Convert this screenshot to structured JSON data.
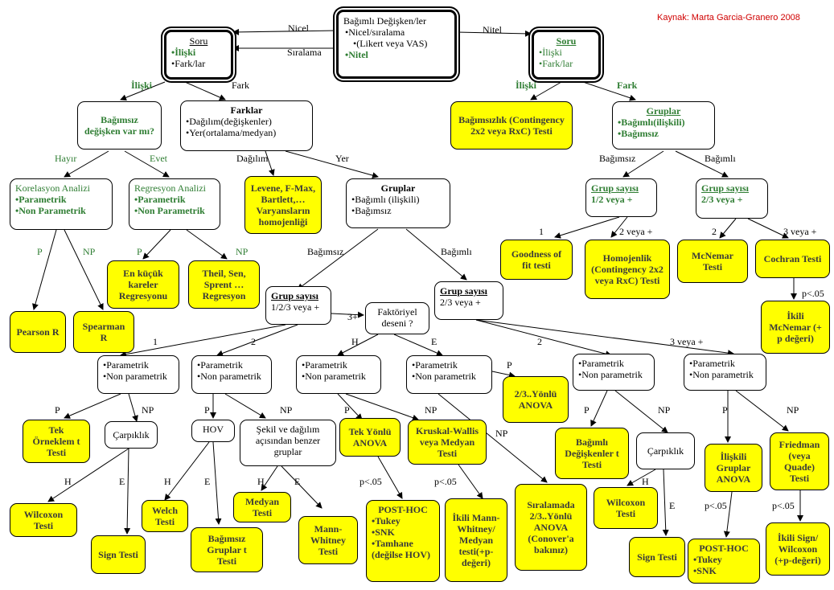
{
  "source": "Kaynak: Marta Garcia-Granero 2008",
  "root": {
    "title": "Bağımlı Değişken/ler",
    "items": [
      "Nicel/sıralama",
      "(Likert veya VAS)",
      "Nitel"
    ]
  },
  "soru_left": {
    "title": "Soru",
    "items": [
      "İlişki",
      "Fark/lar"
    ]
  },
  "soru_right": {
    "title": "Soru",
    "items": [
      "İlişki",
      "Fark/lar"
    ]
  },
  "bagimsiz_var": "Bağımsız değişken var mı?",
  "farklar": {
    "title": "Farklar",
    "items": [
      "Dağılım(değişkenler)",
      "Yer(ortalama/medyan)"
    ]
  },
  "bagimsizlik": "Bağımsızlık (Contingency 2x2 veya RxC) Testi",
  "gruplar_right": {
    "title": "Gruplar",
    "items": [
      "Bağımlı(ilişkili)",
      "Bağımsız"
    ]
  },
  "korelasyon": {
    "title": "Korelasyon Analizi",
    "items": [
      "Parametrik",
      "Non Parametrik"
    ]
  },
  "regresyon": {
    "title": "Regresyon Analizi",
    "items": [
      "Parametrik",
      "Non Parametrik"
    ]
  },
  "levene": "Levene, F-Max, Bartlett,… Varyansların homojenliği",
  "gruplar_mid": {
    "title": "Gruplar",
    "items": [
      "Bağımlı (ilişkili)",
      "Bağımsız"
    ]
  },
  "grup_12": {
    "title": "Grup sayısı",
    "sub": "1/2 veya +"
  },
  "grup_23": {
    "title": "Grup sayısı",
    "sub": "2/3 veya +"
  },
  "goodness": "Goodness of fit testi",
  "homojenlik": "Homojenlik (Contingency 2x2 veya RxC) Testi",
  "mcnemar": "McNemar Testi",
  "cochran": "Cochran Testi",
  "ikili_mcnemar": "İkili McNemar (+ p değeri)",
  "en_kucuk": "En küçük kareler Regresyonu",
  "theil": "Theil, Sen, Sprent … Regresyon",
  "pearson": "Pearson R",
  "spearman": "Spearman R",
  "grup_bag1": {
    "title": "Grup sayısı",
    "sub": "1/2/3 veya +"
  },
  "faktoriyel": "Faktöriyel deseni ?",
  "grup_bag2": {
    "title": "Grup sayısı",
    "sub": "2/3 veya +"
  },
  "pn": [
    "Parametrik",
    "Non parametrik"
  ],
  "carpiklik": "Çarpıklık",
  "hov": "HOV",
  "sekil": "Şekil ve dağılım açısından benzer gruplar",
  "tek_orneklem": "Tek Örneklem t Testi",
  "tek_yonlu": "Tek Yönlü ANOVA",
  "kruskal": "Kruskal-Wallis veya Medyan Testi",
  "yonlu23": "2/3..Yönlü ANOVA",
  "bagimli_deg": "Bağımlı Değişkenler t Testi",
  "iliskili_anova": "İlişkili Gruplar ANOVA",
  "friedman": "Friedman (veya Quade) Testi",
  "wilcoxon": "Wilcoxon Testi",
  "welch": "Welch Testi",
  "bagimsiz_t": "Bağımsız Gruplar t Testi",
  "medyan": "Medyan Testi",
  "mann": "Mann-Whitney Testi",
  "posthoc": {
    "title": "POST-HOC",
    "items": [
      "Tukey",
      "SNK",
      "Tamhane (değilse HOV)"
    ]
  },
  "ikili_mann": "İkili Mann-Whitney/ Medyan testi(+p-değeri)",
  "siralamada": "Sıralamada 2/3..Yönlü ANOVA (Conover'a bakınız)",
  "sign": "Sign Testi",
  "posthoc2": {
    "title": "POST-HOC",
    "items": [
      "Tukey",
      "SNK"
    ]
  },
  "ikili_sign": "İkili Sign/ Wilcoxon (+p-değeri)",
  "labels": {
    "nicel": "Nicel",
    "siralama": "Sıralama",
    "nitel": "Nitel",
    "iliski": "İlişki",
    "fark": "Fark",
    "hayir": "Hayır",
    "evet": "Evet",
    "dagilim": "Dağılım",
    "yer": "Yer",
    "bagimsiz": "Bağımsız",
    "bagimli": "Bağımlı",
    "p": "P",
    "np": "NP",
    "one": "1",
    "two": "2",
    "three_plus": "3+",
    "h": "H",
    "e": "E",
    "twoplus": "2 veya +",
    "threeplus": "3 veya +",
    "p05": "p<.05"
  }
}
